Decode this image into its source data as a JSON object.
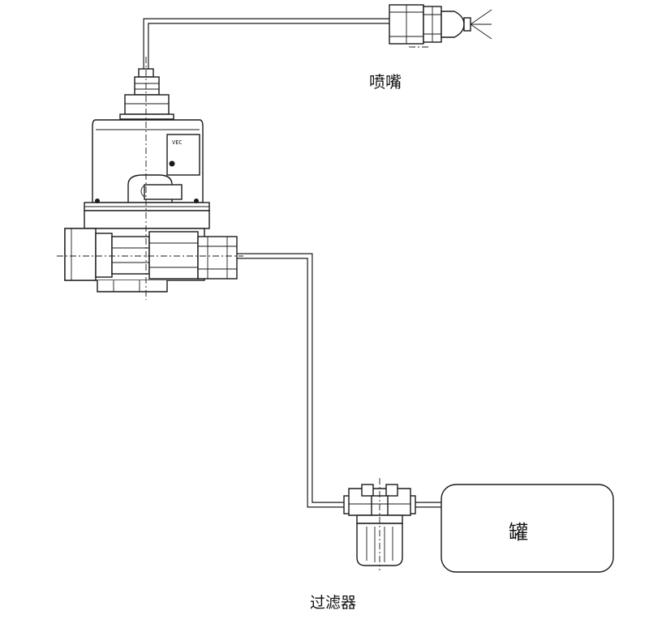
{
  "labels": {
    "nozzle": "喷嘴",
    "filter": "过滤器",
    "tank": "罐"
  }
}
